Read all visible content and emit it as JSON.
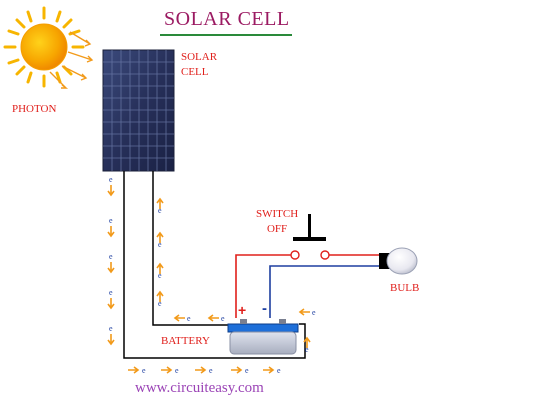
{
  "title": "SOLAR CELL",
  "labels": {
    "panel": [
      "SOLAR",
      "CELL"
    ],
    "photon": "PHOTON",
    "switch": [
      "SWITCH",
      "OFF"
    ],
    "bulb": "BULB",
    "battery": "BATTERY",
    "battery_plus": "+",
    "battery_minus": "-"
  },
  "electron_symbol": "e",
  "website": "www.circuiteasy.com",
  "colors": {
    "title": "#9b1a62",
    "labels": "#e0201c",
    "website": "#9b44b6",
    "wire_positive": "#e0201c",
    "wire_negative": "#1e3fa0",
    "circuit_wire": "#000000",
    "arrow": "#f29a1a",
    "electron": "#1e3fa0",
    "sun": "#f7b500"
  }
}
